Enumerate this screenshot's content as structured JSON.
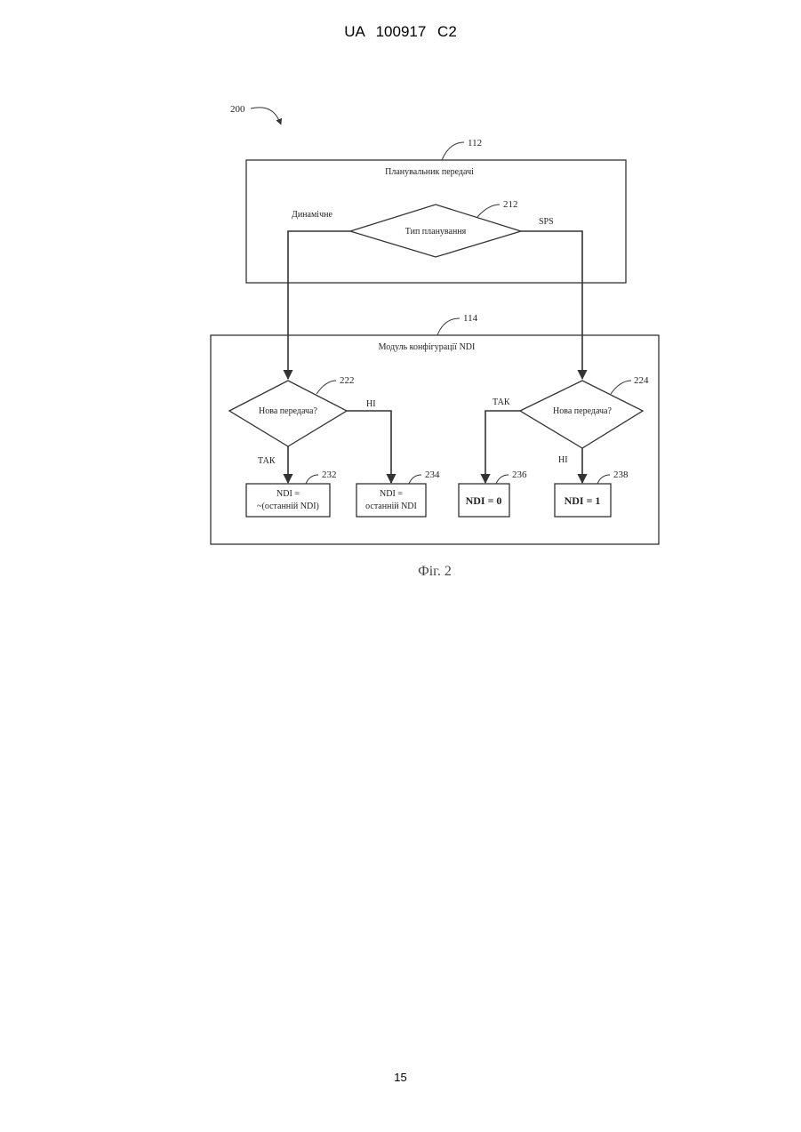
{
  "header": {
    "doc_number": "UA   100917   C2"
  },
  "figure": {
    "ref_overall": "200",
    "scheduler": {
      "ref": "112",
      "title": "Планувальник передачі"
    },
    "schedule_type": {
      "ref": "212",
      "label": "Тип планування",
      "left_branch": "Динамічне",
      "right_branch": "SPS"
    },
    "ndi_module": {
      "ref": "114",
      "title": "Модуль конфігурації NDI"
    },
    "decision_left": {
      "ref": "222",
      "label": "Нова передача?",
      "yes": "ТАК",
      "no": "НІ"
    },
    "decision_right": {
      "ref": "224",
      "label": "Нова передача?",
      "yes": "ТАК",
      "no": "НІ"
    },
    "box_232": {
      "ref": "232",
      "line1": "NDI =",
      "line2": "~(останній NDI)"
    },
    "box_234": {
      "ref": "234",
      "line1": "NDI =",
      "line2": "останній NDI"
    },
    "box_236": {
      "ref": "236",
      "label": "NDI = 0"
    },
    "box_238": {
      "ref": "238",
      "label": "NDI = 1"
    },
    "caption": "Фіг. 2"
  },
  "page_number": "15"
}
